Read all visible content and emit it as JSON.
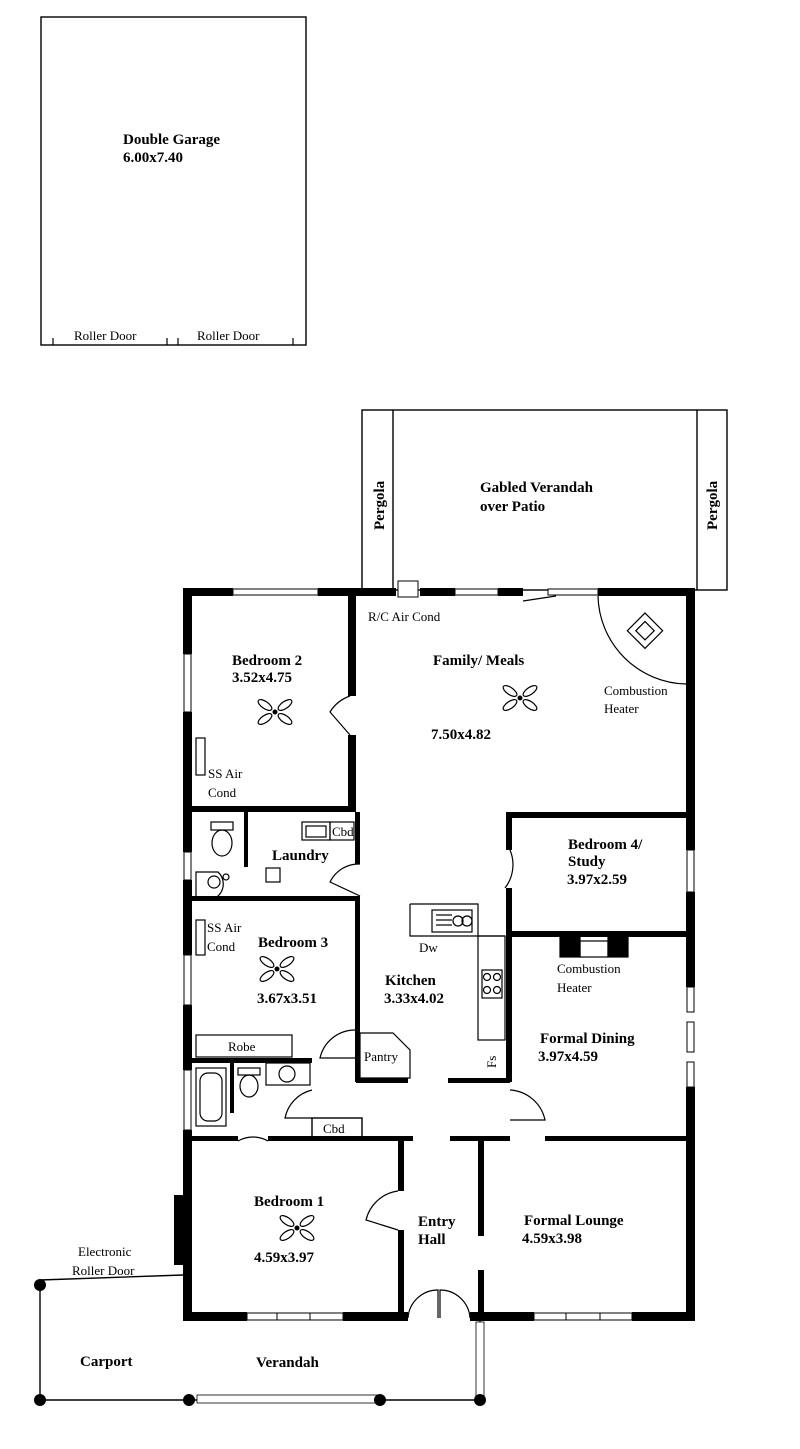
{
  "garage": {
    "title": "Double Garage",
    "size": "6.00x7.40",
    "door_left": "Roller Door",
    "door_right": "Roller Door"
  },
  "verandah_rear": {
    "title_line1": "Gabled Verandah",
    "title_line2": "over Patio",
    "pergola_left": "Pergola",
    "pergola_right": "Pergola"
  },
  "family_meals": {
    "title": "Family/ Meals",
    "size": "7.50x4.82",
    "aircon": "R/C Air Cond",
    "heater_line1": "Combustion",
    "heater_line2": "Heater"
  },
  "bedroom2": {
    "title": "Bedroom 2",
    "size": "3.52x4.75",
    "aircon_line1": "SS Air",
    "aircon_line2": "Cond"
  },
  "laundry": {
    "title": "Laundry",
    "cupboard": "Cbd"
  },
  "bedroom4": {
    "title": "Bedroom 4/",
    "subtitle": "Study",
    "size": "3.97x2.59"
  },
  "bedroom3": {
    "title": "Bedroom 3",
    "size": "3.67x3.51",
    "aircon_line1": "SS Air",
    "aircon_line2": "Cond",
    "robe": "Robe"
  },
  "kitchen": {
    "title": "Kitchen",
    "size": "3.33x4.02",
    "dishwasher": "Dw",
    "pantry": "Pantry",
    "fridge_space": "Fs"
  },
  "formal_dining": {
    "title": "Formal Dining",
    "size": "3.97x4.59",
    "heater_line1": "Combustion",
    "heater_line2": "Heater"
  },
  "hall_cupboard": "Cbd",
  "bedroom1": {
    "title": "Bedroom 1",
    "size": "4.59x3.97"
  },
  "entry_hall": {
    "line1": "Entry",
    "line2": "Hall"
  },
  "formal_lounge": {
    "title": "Formal Lounge",
    "size": "4.59x3.98"
  },
  "carport": {
    "title": "Carport",
    "door_line1": "Electronic",
    "door_line2": "Roller Door"
  },
  "verandah_front": "Verandah"
}
